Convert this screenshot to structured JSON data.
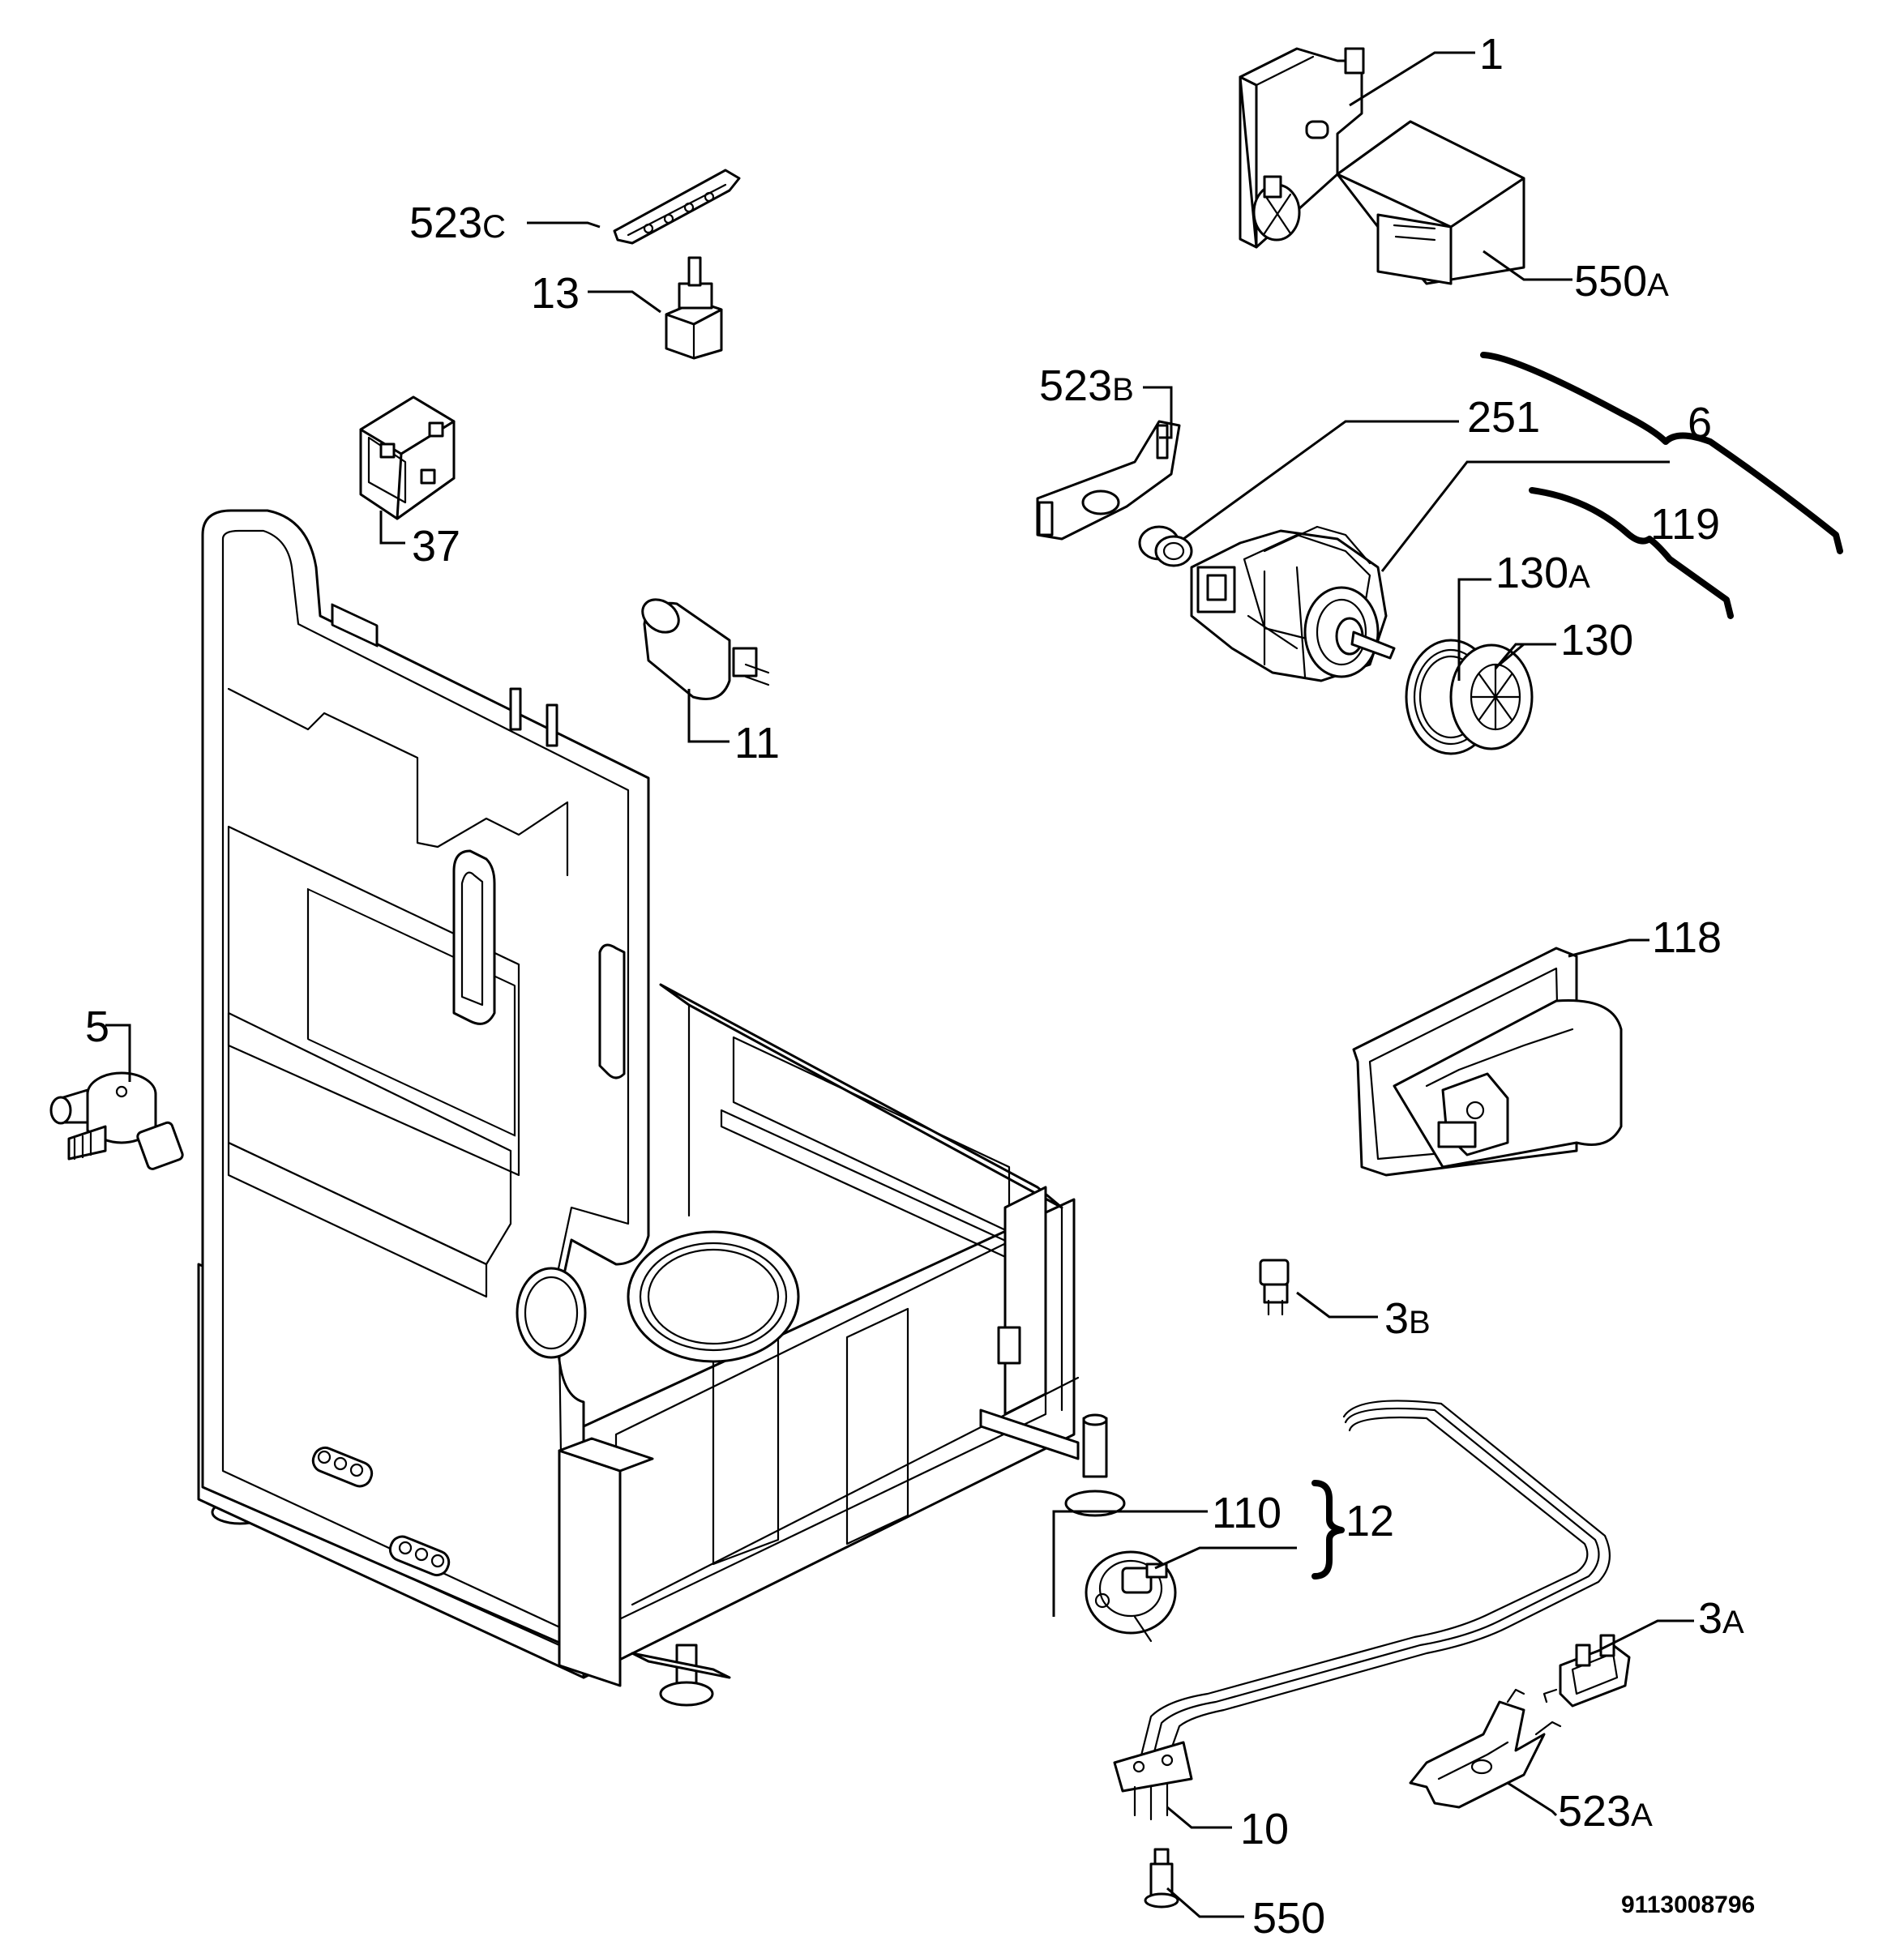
{
  "document_number": "9113008796",
  "labels": {
    "l1": {
      "main": "1"
    },
    "l550a": {
      "main": "550",
      "suffix": "A"
    },
    "l523c": {
      "main": "523",
      "suffix": "C"
    },
    "l13": {
      "main": "13"
    },
    "l523b": {
      "main": "523",
      "suffix": "B"
    },
    "l251": {
      "main": "251"
    },
    "l6": {
      "main": "6"
    },
    "l119": {
      "main": "119"
    },
    "l130a": {
      "main": "130",
      "suffix": "A"
    },
    "l130": {
      "main": "130"
    },
    "l37": {
      "main": "37"
    },
    "l11": {
      "main": "11"
    },
    "l118": {
      "main": "118"
    },
    "l5": {
      "main": "5"
    },
    "l3b": {
      "main": "3",
      "suffix": "B"
    },
    "l110": {
      "main": "110"
    },
    "l12": {
      "main": "12"
    },
    "l3a": {
      "main": "3",
      "suffix": "A"
    },
    "l523a": {
      "main": "523",
      "suffix": "A"
    },
    "l10": {
      "main": "10"
    },
    "l550": {
      "main": "550"
    }
  }
}
